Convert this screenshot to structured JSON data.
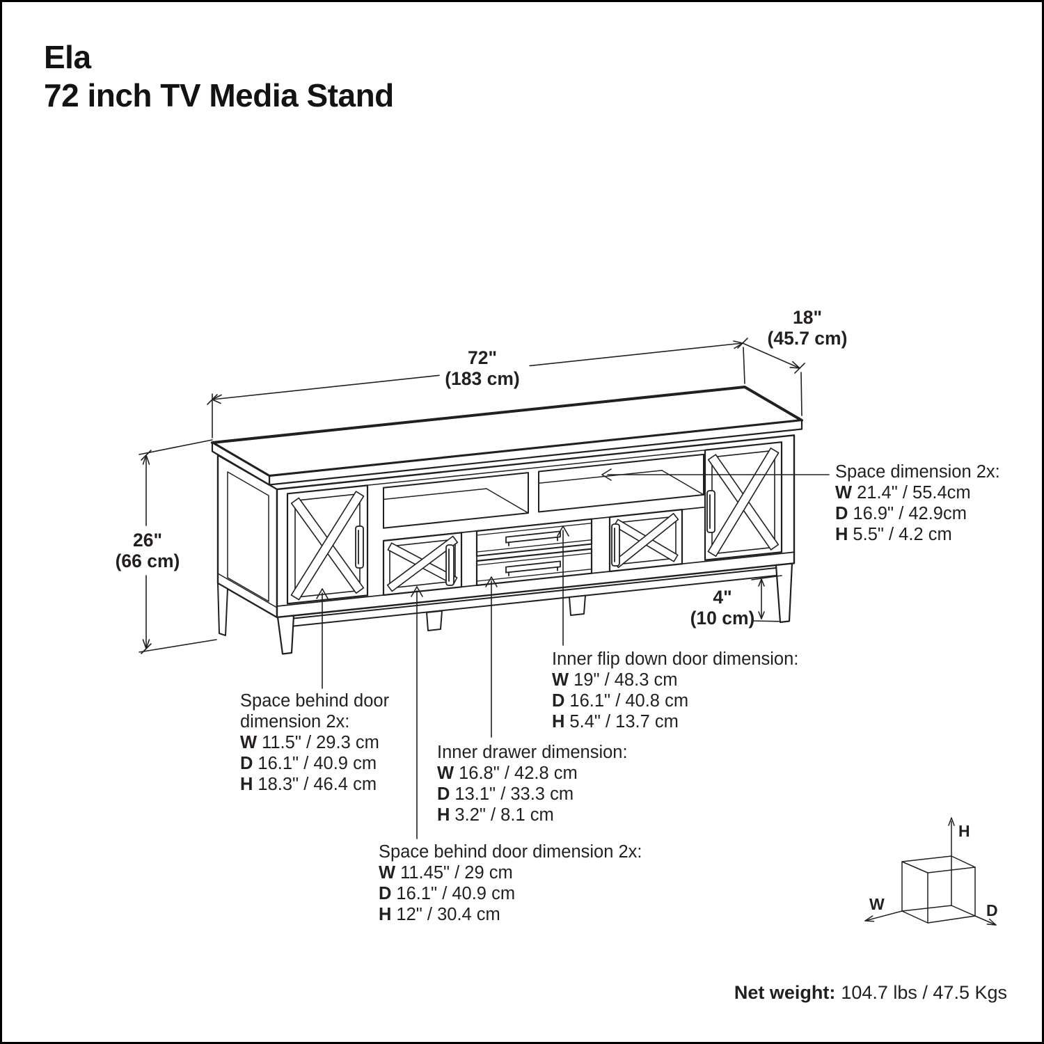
{
  "title": {
    "line1": "Ela",
    "line2": "72 inch TV Media Stand"
  },
  "dims": {
    "depth": {
      "in": "18\"",
      "cm": "(45.7 cm)"
    },
    "width": {
      "in": "72\"",
      "cm": "(183 cm)"
    },
    "height": {
      "in": "26\"",
      "cm": "(66 cm)"
    },
    "leg": {
      "in": "4\"",
      "cm": "(10 cm)"
    }
  },
  "keys": {
    "w": "W",
    "d": "D",
    "h": "H"
  },
  "specs": {
    "space_top": {
      "title": "Space dimension 2x:",
      "w": "21.4\" / 55.4cm",
      "d": "16.9\" / 42.9cm",
      "h": "5.5\" / 4.2 cm"
    },
    "flip_door": {
      "title": "Inner flip down door dimension:",
      "w": "19\" / 48.3 cm",
      "d": "16.1\" / 40.8 cm",
      "h": "5.4\" / 13.7 cm"
    },
    "behind_door_left": {
      "title": "Space behind door\ndimension 2x:",
      "w": "11.5\" / 29.3 cm",
      "d": "16.1\" / 40.9 cm",
      "h": "18.3\" / 46.4 cm"
    },
    "drawer": {
      "title": "Inner drawer dimension:",
      "w": "16.8\" / 42.8 cm",
      "d": "13.1\" / 33.3 cm",
      "h": "3.2\" / 8.1 cm"
    },
    "behind_door_bottom": {
      "title": "Space behind door dimension 2x:",
      "w": "11.45\" / 29 cm",
      "d": "16.1\" / 40.9 cm",
      "h": "12\" / 30.4 cm"
    }
  },
  "axes": {
    "h": "H",
    "w": "W",
    "d": "D"
  },
  "net_weight": {
    "label": "Net weight:",
    "value": "104.7 lbs / 47.5 Kgs"
  },
  "colors": {
    "line": "#231f20",
    "background": "#ffffff"
  }
}
